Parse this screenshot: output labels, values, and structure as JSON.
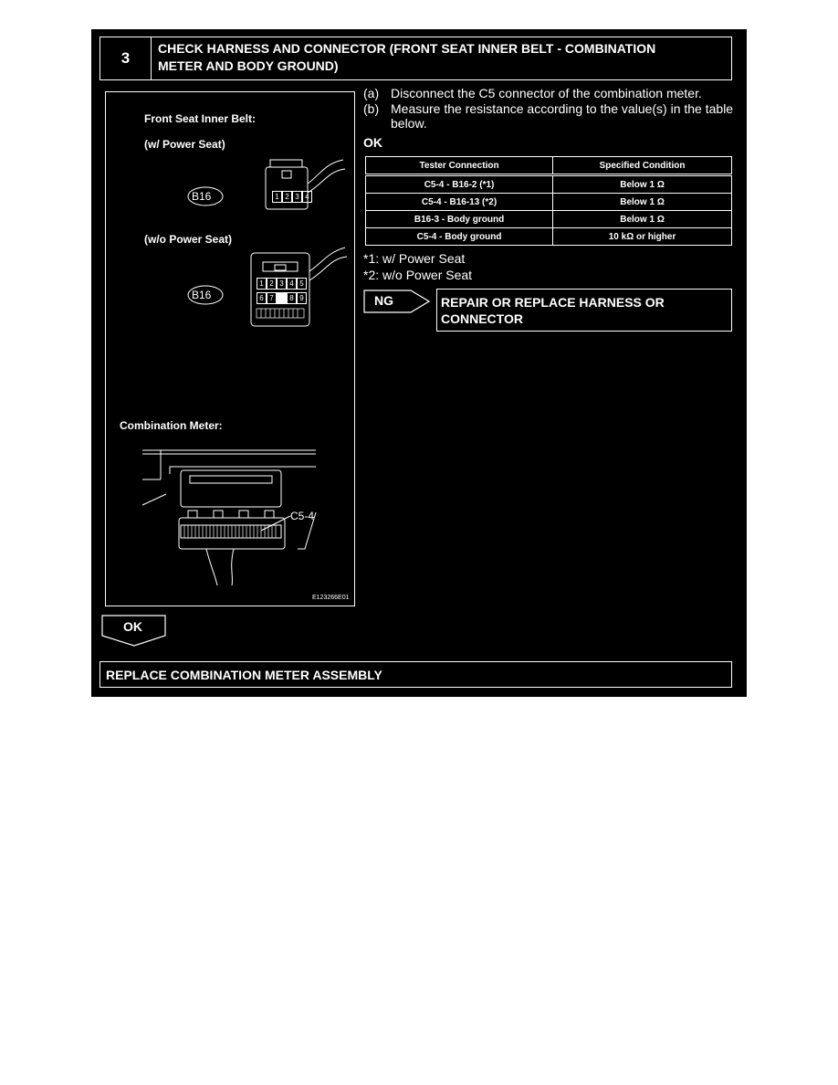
{
  "step": {
    "number": "3",
    "title_line1": "CHECK HARNESS AND CONNECTOR (FRONT SEAT INNER BELT - COMBINATION",
    "title_line2": "METER AND BODY GROUND)"
  },
  "illustration": {
    "heading_belt": "Front Seat Inner Belt:",
    "w_power_seat": "(w/ Power Seat)",
    "wo_power_seat": "(w/o Power Seat)",
    "connector_b16": "B16",
    "combination_meter": "Combination Meter:",
    "pin_c5_4": "C5-4",
    "code": "E123266E01",
    "pins_4": [
      "1",
      "2",
      "3",
      "4"
    ],
    "pins_top": [
      "1",
      "2",
      "3",
      "4",
      "5"
    ],
    "pins_mid": [
      "6",
      "7",
      "",
      "8",
      "9"
    ]
  },
  "instructions": [
    {
      "mark": "(a)",
      "text": "Disconnect the C5 connector of the combination meter."
    },
    {
      "mark": "(b)",
      "text": "Measure the resistance according to the value(s) in the table below."
    }
  ],
  "ok_label": "OK",
  "table": {
    "headers": [
      "Tester Connection",
      "Specified Condition"
    ],
    "rows": [
      [
        "C5-4 - B16-2 (*1)",
        "Below 1 Ω"
      ],
      [
        "C5-4 - B16-13 (*2)",
        "Below 1 Ω"
      ],
      [
        "B16-3 - Body ground",
        "Below 1 Ω"
      ],
      [
        "C5-4 - Body ground",
        "10 kΩ or higher"
      ]
    ]
  },
  "notes": [
    "*1: w/ Power Seat",
    "*2: w/o Power Seat"
  ],
  "ng": {
    "label": "NG",
    "action_line1": "REPAIR OR REPLACE HARNESS OR",
    "action_line2": "CONNECTOR"
  },
  "ok_arrow": "OK",
  "final_action": "REPLACE COMBINATION METER ASSEMBLY"
}
